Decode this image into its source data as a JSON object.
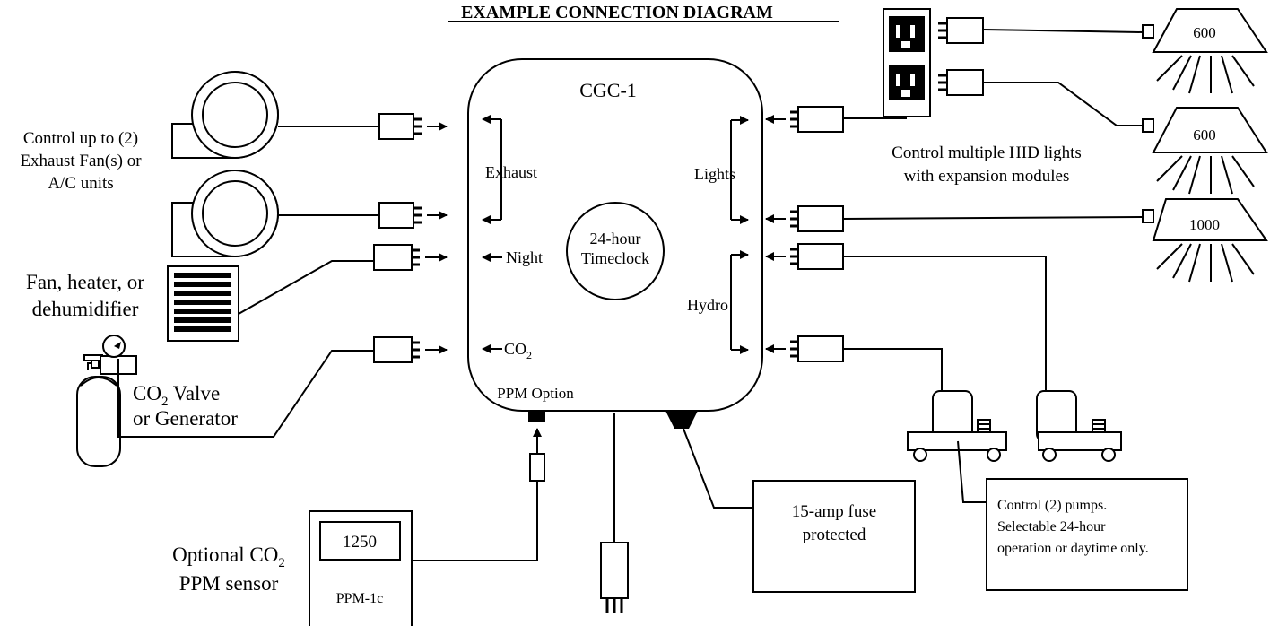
{
  "title": "EXAMPLE CONNECTION DIAGRAM",
  "controller": {
    "name": "CGC-1",
    "timeclock_line1": "24-hour",
    "timeclock_line2": "Timeclock",
    "ppm_option": "PPM Option",
    "labels": {
      "exhaust": "Exhaust",
      "night": "Night",
      "co2_base": "CO",
      "co2_sub": "2",
      "lights": "Lights",
      "hydro": "Hydro"
    }
  },
  "left_labels": {
    "exhaust_line1": "Control up to (2)",
    "exhaust_line2": "Exhaust Fan(s) or",
    "exhaust_line3": "A/C units",
    "fan_line1": "Fan, heater, or",
    "fan_line2": "dehumidifier",
    "co2_valve_base": "CO",
    "co2_valve_sub": "2",
    "co2_valve_rest": " Valve",
    "co2_valve_line2": "or Generator",
    "sensor_line1_base": "Optional CO",
    "sensor_line1_sub": "2",
    "sensor_line2": "PPM sensor"
  },
  "sensor": {
    "reading": "1250",
    "model": "PPM-1c"
  },
  "lamps": [
    "600",
    "600",
    "1000"
  ],
  "right_labels": {
    "hid_line1": "Control multiple HID lights",
    "hid_line2": "with expansion modules"
  },
  "fuse_note": {
    "line1": "15-amp fuse",
    "line2": "protected"
  },
  "pump_note": {
    "line1": "Control (2) pumps.",
    "line2": "Selectable 24-hour",
    "line3": "operation or daytime only."
  }
}
